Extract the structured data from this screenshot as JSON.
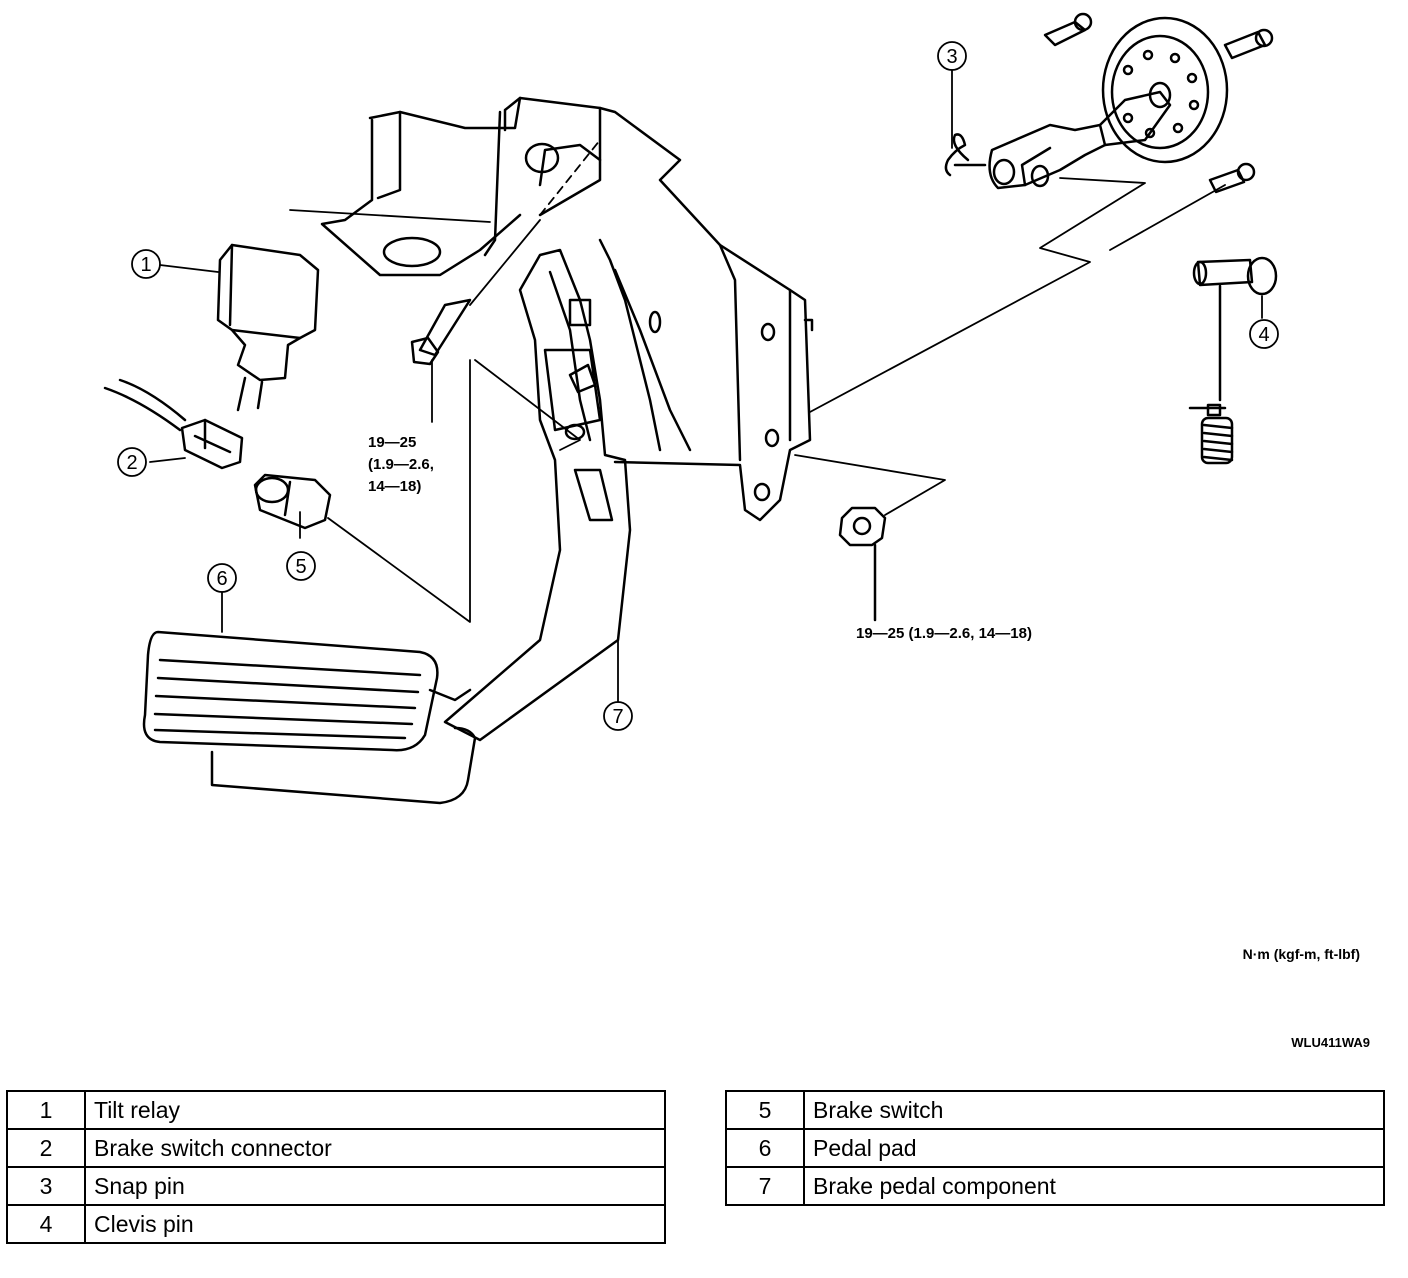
{
  "callouts": [
    "1",
    "2",
    "3",
    "4",
    "5",
    "6",
    "7"
  ],
  "torque": {
    "bolt_line1": "19—25",
    "bolt_line2": "(1.9—2.6,",
    "bolt_line3": "14—18)",
    "nut": "19—25 (1.9—2.6, 14—18)"
  },
  "unit_note": "N·m (kgf-m, ft-lbf)",
  "figure_code": "WLU411WA9",
  "legend_left": [
    {
      "num": "1",
      "label": "Tilt relay"
    },
    {
      "num": "2",
      "label": "Brake switch connector"
    },
    {
      "num": "3",
      "label": "Snap pin"
    },
    {
      "num": "4",
      "label": "Clevis pin"
    }
  ],
  "legend_right": [
    {
      "num": "5",
      "label": "Brake switch"
    },
    {
      "num": "6",
      "label": "Pedal pad"
    },
    {
      "num": "7",
      "label": "Brake pedal component"
    }
  ]
}
